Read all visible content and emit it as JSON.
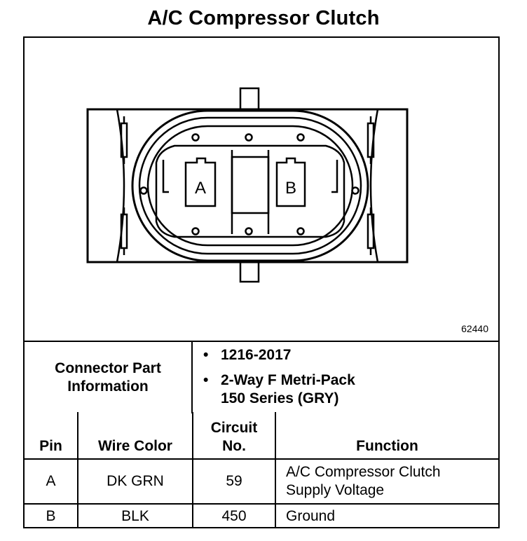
{
  "title": "A/C Compressor Clutch",
  "figure_number": "62440",
  "connector": {
    "pins": [
      {
        "letter": "A"
      },
      {
        "letter": "B"
      }
    ]
  },
  "part_info": {
    "label_line1": "Connector Part",
    "label_line2": "Information",
    "items": [
      {
        "line1": "1216-2017",
        "line2": ""
      },
      {
        "line1": "2-Way F Metri-Pack",
        "line2": "150 Series (GRY)"
      }
    ],
    "bullet": "•"
  },
  "table": {
    "headers": {
      "pin": "Pin",
      "wire_color": "Wire Color",
      "circuit_line1": "Circuit",
      "circuit_line2": "No.",
      "function": "Function"
    },
    "rows": [
      {
        "pin": "A",
        "wire_color": "DK GRN",
        "circuit": "59",
        "function_line1": "A/C Compressor Clutch",
        "function_line2": "Supply Voltage"
      },
      {
        "pin": "B",
        "wire_color": "BLK",
        "circuit": "450",
        "function_line1": "Ground",
        "function_line2": ""
      }
    ]
  }
}
